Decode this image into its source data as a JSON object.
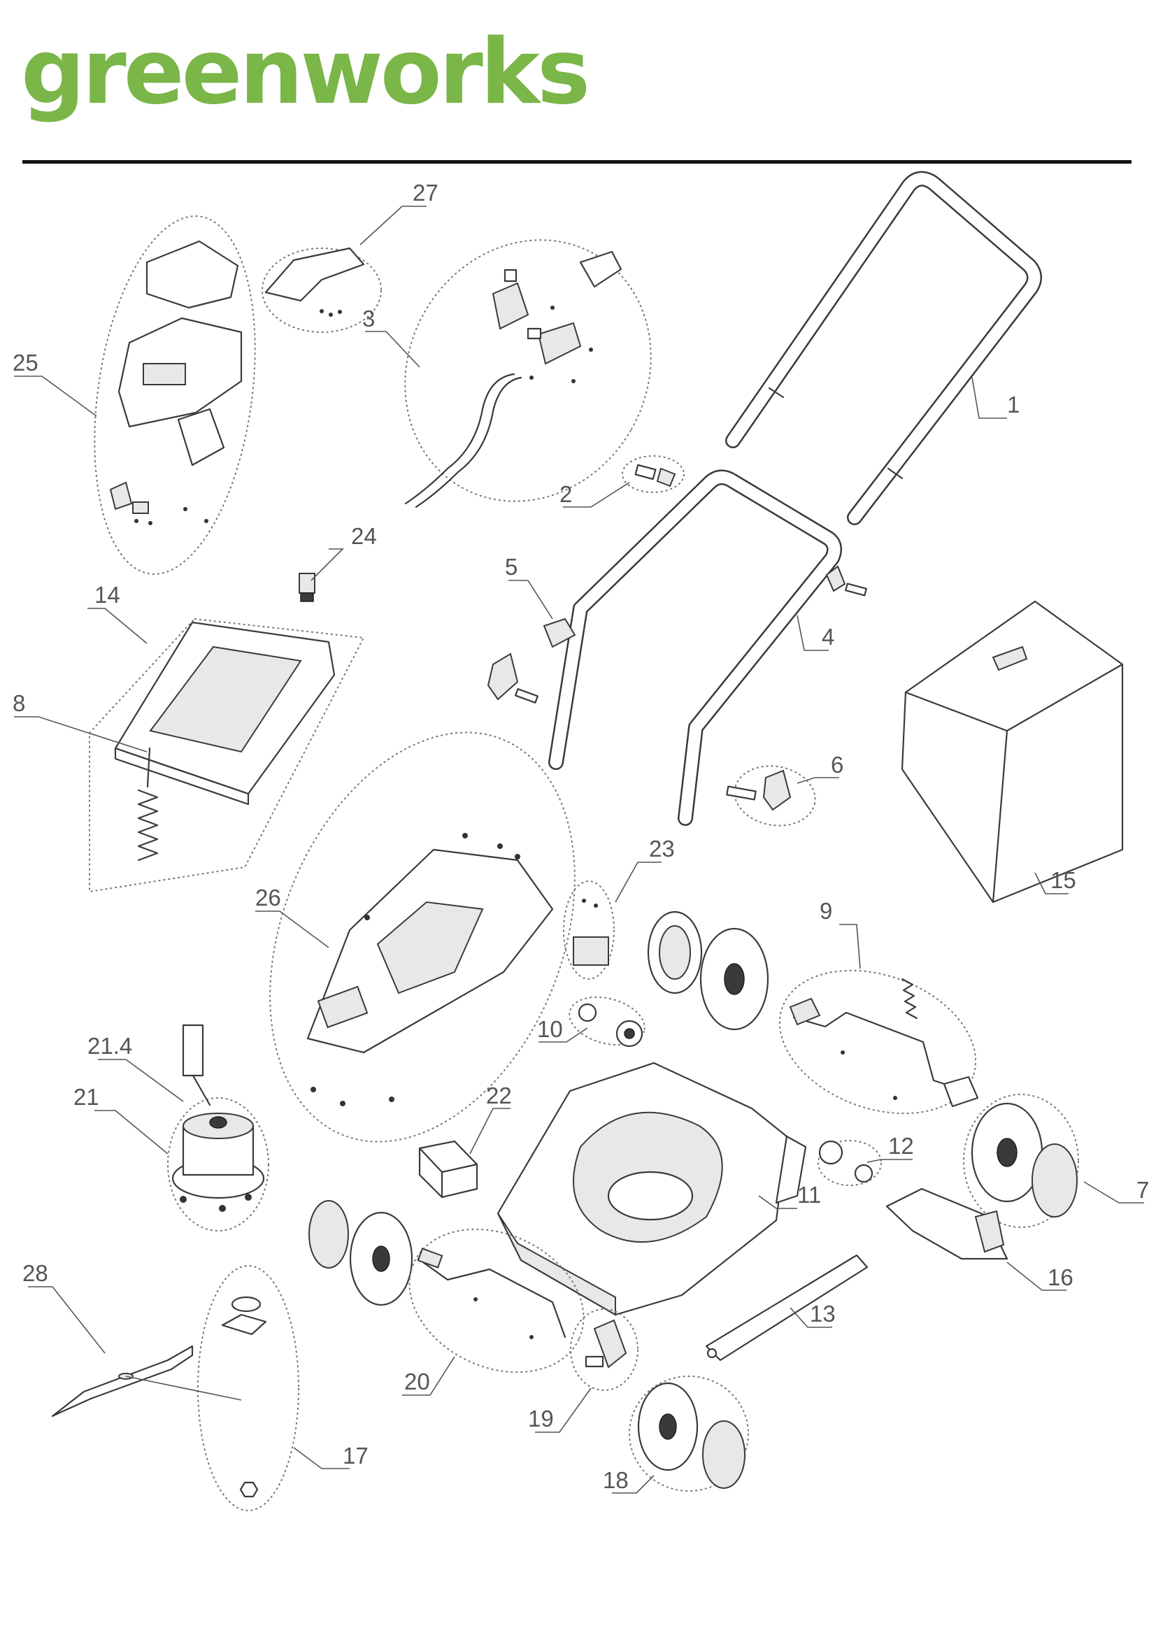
{
  "brand": {
    "name": "greenworks",
    "registered_mark": "®",
    "color": "#7ab648"
  },
  "callouts": {
    "c1": "1",
    "c2": "2",
    "c3": "3",
    "c4": "4",
    "c5": "5",
    "c6": "6",
    "c7": "7",
    "c8": "8",
    "c9": "9",
    "c10": "10",
    "c11": "11",
    "c12": "12",
    "c13": "13",
    "c14": "14",
    "c15": "15",
    "c16": "16",
    "c17": "17",
    "c18": "18",
    "c19": "19",
    "c20": "20",
    "c21": "21",
    "c21_4": "21.4",
    "c22": "22",
    "c23": "23",
    "c24": "24",
    "c25": "25",
    "c26": "26",
    "c27": "27",
    "c28": "28"
  },
  "colors": {
    "line": "#3a3a3a",
    "group_outline": "#777777",
    "callout_text": "#555555",
    "rule": "#111111"
  }
}
